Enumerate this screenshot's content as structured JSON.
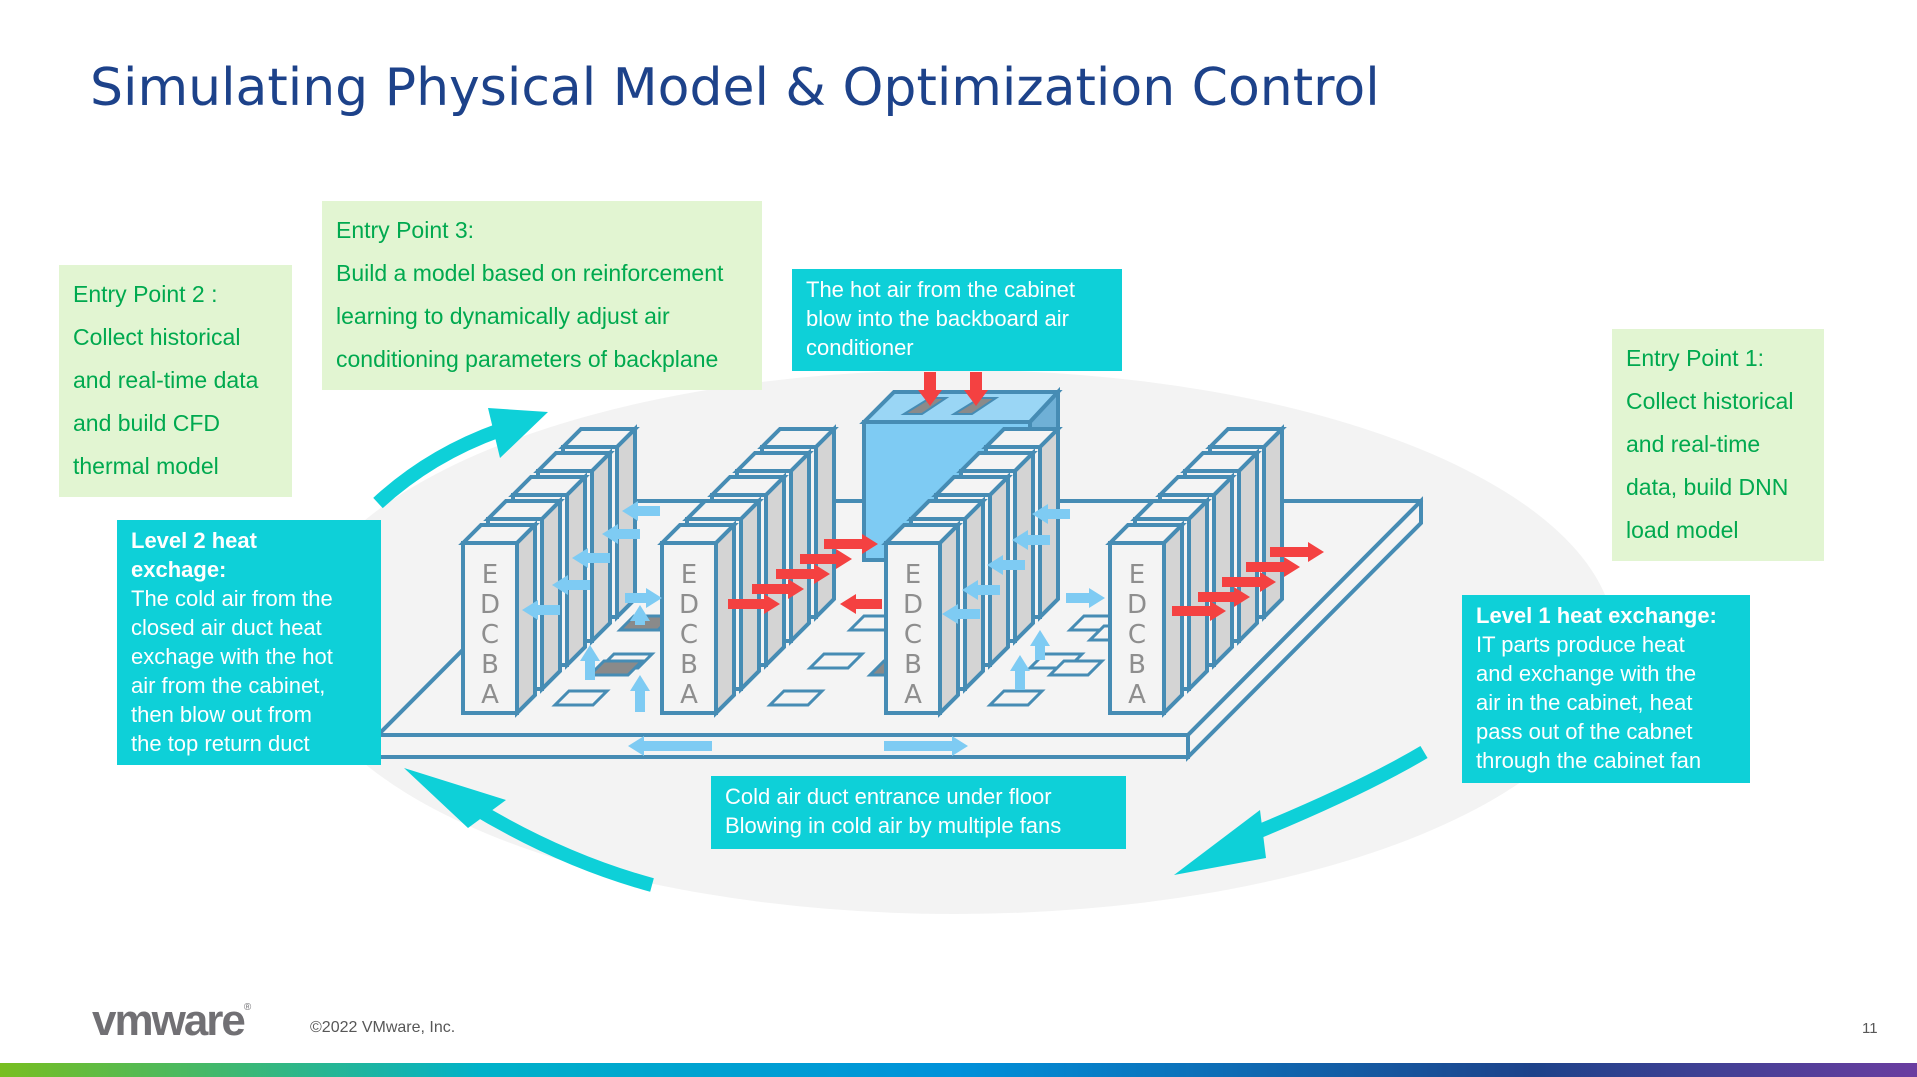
{
  "title": "Simulating Physical Model & Optimization Control",
  "entry_points": {
    "ep1": {
      "heading": "Entry Point 1:",
      "lines": [
        "Collect historical",
        "and real-time",
        "data, build DNN",
        "load model"
      ]
    },
    "ep2": {
      "heading": "Entry Point 2 :",
      "lines": [
        "Collect historical",
        "and real-time data",
        "and build CFD",
        "thermal model"
      ]
    },
    "ep3": {
      "heading": "Entry Point 3:",
      "lines": [
        "Build a model based on reinforcement",
        "learning to dynamically adjust air",
        "conditioning parameters of backplane"
      ]
    }
  },
  "callouts": {
    "hot_air": {
      "lines": [
        "The hot air from the cabinet",
        "blow into the backboard air",
        "conditioner"
      ]
    },
    "level2": {
      "heading": "Level 2 heat",
      "heading2": "exchage:",
      "lines": [
        "The cold air from the",
        "closed air duct heat",
        "exchage with the hot",
        "air from the cabinet,",
        "then blow out from",
        "the top return duct"
      ]
    },
    "level1": {
      "heading": "Level 1 heat exchange:",
      "lines": [
        "IT parts produce heat",
        "and exchange with the",
        "air in the cabinet, heat",
        "pass out of the cabnet",
        "through the cabinet fan"
      ]
    },
    "cold_air": {
      "lines": [
        "Cold air duct entrance under floor",
        "Blowing in cold air by multiple fans"
      ]
    }
  },
  "rack_labels": [
    "E",
    "D",
    "C",
    "B",
    "A"
  ],
  "footer": {
    "logo": "vmware",
    "registered": "®",
    "copyright": "©2022 VMware, Inc.",
    "page_number": "11"
  },
  "colors": {
    "title": "#1d428a",
    "green_box_bg": "#e2f5d2",
    "green_text": "#00a94f",
    "cyan_box": "#0ed0d8",
    "rack_stroke": "#468cb4",
    "hot_arrow": "#f44141",
    "cold_arrow": "#7ecbf3",
    "ac_unit": "#7ecbf3"
  }
}
